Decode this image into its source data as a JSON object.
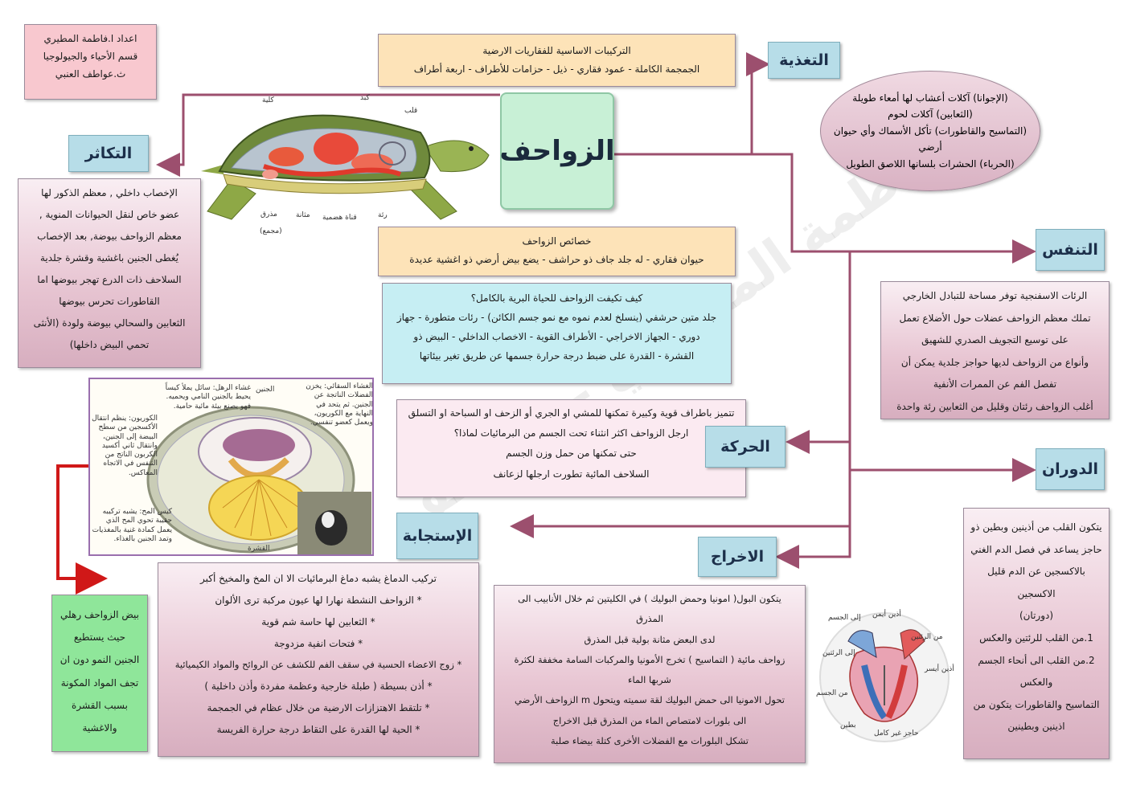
{
  "center_title": "الزواحف",
  "author_box": [
    "اعداد ا.فاطمة المطيري",
    "قسم الأحياء والجيولوجيا",
    "ث.عواطف العنبي"
  ],
  "structures_box": {
    "heading": "التركيبات الاساسية للفقاريات الارضية",
    "items": "الجمجمة الكاملة - عمود فقاري - ذيل - حزامات للأطراف - اربعة أطراف"
  },
  "characteristics_box": {
    "heading": "خصائص الزواحف",
    "items": "حيوان فقاري - له جلد جاف ذو حراشف - يضع بيض أرضي ذو اغشية عديدة"
  },
  "adaptation_box": [
    "كيف تكيفت الزواحف للحياة البرية بالكامل؟",
    "جلد متين حرشفي (ينسلخ لعدم نموه مع نمو جسم الكائن) - رئات متطورة - جهاز",
    "دوري - الجهاز الاخراجي - الأطراف القوية - الاخصاب الداخلي - البيض ذو",
    "القشرة - القدرة على ضبط درجة حرارة جسمها عن طريق تغير بيئاتها"
  ],
  "movement_box": [
    "تتميز باطراف قوية وكبيرة تمكنها للمشي او الجري أو الزحف او السباحة او التسلق",
    "ارجل الزواحف اكثر انثناء تحت الجسم من البرمائيات لماذا؟",
    "حتى تمكنها من حمل وزن الجسم",
    "السلاحف المائية تطورت ارجلها لزعانف"
  ],
  "sections": {
    "nutrition": "التغذية",
    "reproduction": "التكاثر",
    "respiration": "التنفس",
    "circulation": "الدوران",
    "movement": "الحركة",
    "response": "الإستجابة",
    "excretion": "الاخراج"
  },
  "nutrition_items": [
    "(الإجوانا) آكلات أعشاب لها أمعاء طويلة",
    "(الثعابين) آكلات لحوم",
    "(التماسيح والقاطورات) تأكل الأسماك وأي حيوان أرضي",
    "(الحرباء) الحشرات بلسانها اللاصق الطويل"
  ],
  "reproduction_items": [
    "الإخصاب داخلي , معظم الذكور لها",
    "عضو خاص لنقل الحيوانات المنوية ,",
    "معظم الزواحف بيوضة, بعد الإخصاب",
    "يُغطى الجنين باغشية وقشرة جلدية",
    "السلاحف ذات الدرع تهجر بيوضها اما",
    "القاطورات تحرس بيوضها",
    "الثعابين والسحالي بيوضة ولودة (الأنثى",
    "تحمي البيض داخلها)"
  ],
  "respiration_items": [
    "الرئات الاسفنجية توفر مساحة للتبادل الخارجي",
    "تملك معظم الزواحف عضلات حول الأضلاع تعمل",
    "على توسيع التجويف الصدري للشهيق",
    "وأنواع من الزواحف لديها حواجز جلدية يمكن أن",
    "تفصل الفم عن الممرات الأنفية",
    "أغلب الزواحف رئتان وقليل من الثعابين رئة واحدة"
  ],
  "circulation_items": [
    "يتكون القلب من أذينين وبطين ذو",
    "حاجز يساعد في فصل الدم الغني",
    "بالاكسجين عن الدم قليل",
    "الاكسجين",
    "(دورتان)",
    "1.من القلب للرئتين والعكس",
    "2.من القلب الى أنحاء الجسم",
    "والعكس",
    "التماسيح والقاطورات يتكون من",
    "اذينين وبطينين"
  ],
  "response_items": [
    "تركيب الدماغ يشبه دماغ البرمائيات الا ان المخ والمخيخ أكبر",
    "* الزواحف النشطة نهارا لها عيون مركبة ترى الألوان",
    "* الثعابين لها حاسة شم قوية",
    "* فتحات انفية مزدوجة",
    "* زوج الاعضاء الحسية في سقف الفم للكشف عن الروائح والمواد الكيميائية",
    "* أذن بسيطة ( طبلة خارجية وعظمة مفردة وأذن داخلية )",
    "* تلتقط الاهتزازات الارضية من خلال عظام في الجمجمة",
    "* الحية لها القدرة على التقاط درجة حرارة الفريسة"
  ],
  "excretion_items": [
    "يتكون البول( امونيا وحمض البوليك ) في الكليتين ثم خلال الأنابيب الى",
    "المذرق",
    "لدى البعض مثانة بولية قبل المذرق",
    "زواحف مائية ( التماسيح ) تخرج الأمونيا والمركبات السامة مخففة لكثرة",
    "شربها الماء",
    "تحول الامونيا الى حمض البوليك لقة سميته ويتحول m الزواحف الأرضي",
    "الى بلورات لامتصاص الماء من المذرق قبل الاخراج",
    "تشكل البلورات مع الفضلات الأخرى كتلة بيضاء صلبة"
  ],
  "egg_note": [
    "بيض الزواحف رهلي",
    "حيث يستطيع",
    "الجنين النمو دون ان",
    "تجف المواد المكونة",
    "بسبب القشرة",
    "والاغشية"
  ],
  "turtle_labels": {
    "kidney": "كلية",
    "liver": "كبد",
    "heart": "قلب",
    "cloaca": "مذرق",
    "cloaca_sub": "(مجمع)",
    "bladder": "مثانة",
    "digestive": "قناة هضمية",
    "lung": "رئة"
  },
  "egg_labels": {
    "embryo": "الجنين",
    "amnion": "غشاء الرهل: سائل يملأ كيساً يحيط بالجنين النامي ويحميه. فهو يصنع بيئة مائية حامية.",
    "allantois": "الغشاء السقائي: يخزن الفضلات الناتجة عن الجنين. ثم يتحد في النهاية مع الكوريون، ويعمل كعضو تنفسي.",
    "chorion": "الكوريون: ينظم انتقال الأكسجين من سطح البيضة إلى الجنين، وانتقال ثاني أكسيد الكربون الناتج من التنفس في الاتجاه المعاكس.",
    "yolk": "كيس المح: يشبه تركيبه حقيبة تحوي المح الذي يعمل كمادة غنية بالمغذيات وتمد الجنين بالغذاء.",
    "shell": "القشرة"
  },
  "heart_labels": {
    "right_atrium": "أذين أيمن",
    "to_body": "إلى الجسم",
    "from_lungs": "من الرئتين",
    "to_lungs": "إلى الرئتين",
    "left_atrium": "أذين أيسر",
    "from_body": "من الجسم",
    "ventricle": "بطين",
    "septum": "حاجز غير كامل"
  },
  "watermark": "فاطمة المطيري - عواطف",
  "colors": {
    "connector": "#9c4f6e",
    "egg_arrow": "#d01818",
    "title_bg": "#b7dde8",
    "center_bg": "#c8f0d6"
  }
}
